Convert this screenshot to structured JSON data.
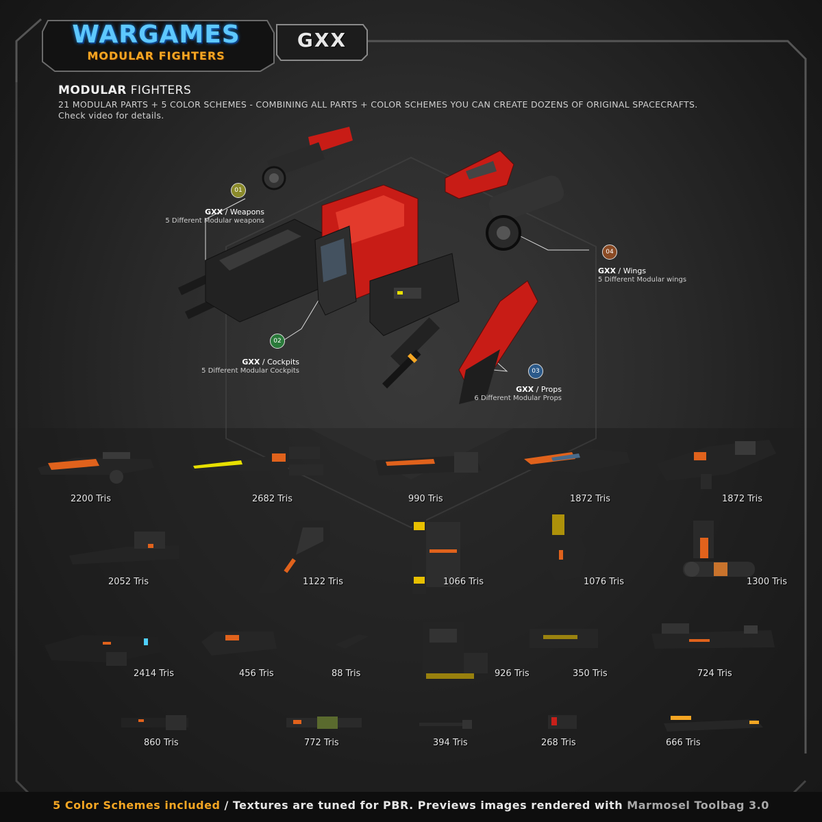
{
  "header": {
    "logo_title": "WARGAMES",
    "logo_subtitle": "MODULAR FIGHTERS",
    "badge": "GXX"
  },
  "intro": {
    "title_bold": "MODULAR",
    "title_rest": " FIGHTERS",
    "line1": "21 MODULAR PARTS + 5 COLOR SCHEMES   -   COMBINING ALL PARTS + COLOR SCHEMES YOU CAN CREATE DOZENS OF ORIGINAL SPACECRAFTS.",
    "line2": "Check video for details."
  },
  "callouts": [
    {
      "number": "01",
      "color": "#8a8a2a",
      "prefix": "GXX",
      "title": " / Weapons",
      "desc": "5 Different Modular weapons"
    },
    {
      "number": "02",
      "color": "#2a7a3a",
      "prefix": "GXX",
      "title": " / Cockpits",
      "desc": "5 Different Modular Cockpits"
    },
    {
      "number": "03",
      "color": "#2c5a8a",
      "prefix": "GXX",
      "title": " / Props",
      "desc": "6 Different Modular Props"
    },
    {
      "number": "04",
      "color": "#8a4a24",
      "prefix": "GXX",
      "title": " / Wings",
      "desc": "5 Different Modular wings"
    }
  ],
  "parts": [
    "2200 Tris",
    "2682 Tris",
    "990 Tris",
    "1872 Tris",
    "1872 Tris",
    "2052 Tris",
    "1122 Tris",
    "1066 Tris",
    "1076 Tris",
    "1300 Tris",
    "2414 Tris",
    "456 Tris",
    "88 Tris",
    "926 Tris",
    "350 Tris",
    "724 Tris",
    "860 Tris",
    "772 Tris",
    "394 Tris",
    "268 Tris",
    "666 Tris"
  ],
  "footer": {
    "highlight": "5 Color Schemes included",
    "middle": " / Textures are tuned for PBR. Previews images rendered with ",
    "software": "Marmosel Toolbag 3.0"
  },
  "colors": {
    "accent_orange": "#f5a623",
    "logo_blue": "#5ec8ff",
    "ship_red": "#d8231c"
  }
}
